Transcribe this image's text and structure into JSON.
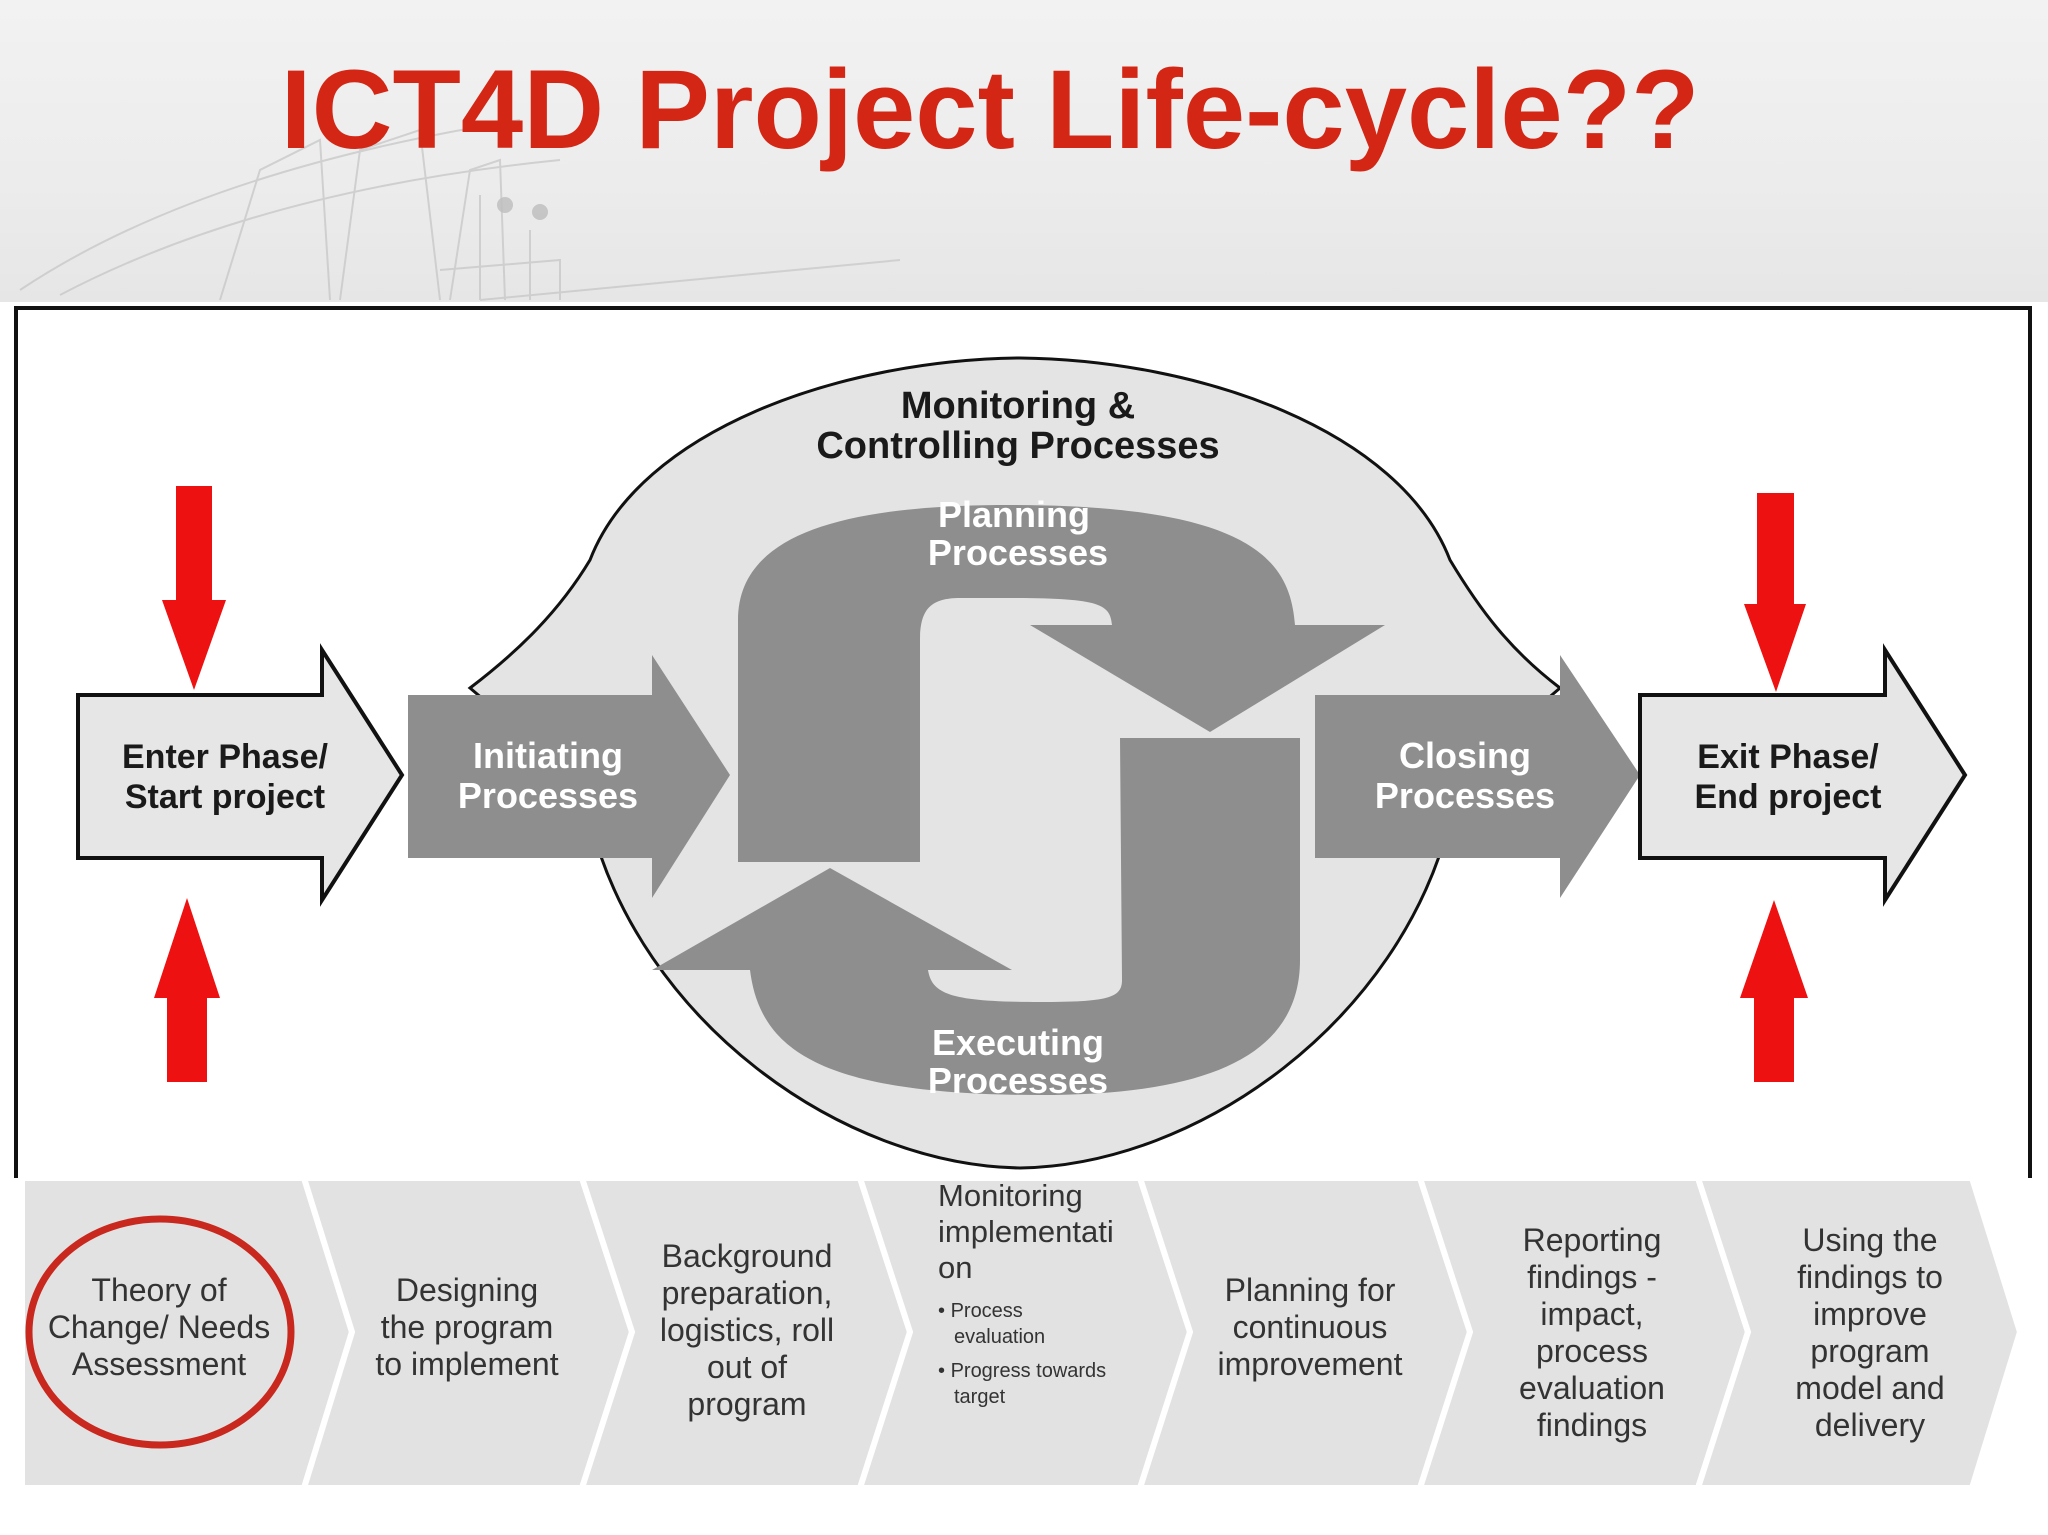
{
  "slide": {
    "title": "ICT4D Project Life-cycle??"
  },
  "cycle": {
    "monitoring_line1": "Monitoring &",
    "monitoring_line2": "Controlling Processes",
    "planning_line1": "Planning",
    "planning_line2": "Processes",
    "executing_line1": "Executing",
    "executing_line2": "Processes",
    "initiating_line1": "Initiating",
    "initiating_line2": "Processes",
    "closing_line1": "Closing",
    "closing_line2": "Processes",
    "enter_line1": "Enter Phase/",
    "enter_line2": "Start project",
    "exit_line1": "Exit Phase/",
    "exit_line2": "End project"
  },
  "steps": [
    {
      "lines": [
        "Theory of",
        "Change/ Needs",
        "Assessment"
      ]
    },
    {
      "lines": [
        "Designing",
        "the program",
        "to implement"
      ]
    },
    {
      "lines": [
        "Background",
        "preparation,",
        "logistics, roll",
        "out of",
        "program"
      ]
    },
    {
      "lines": [
        "Monitoring",
        "implementati",
        "on"
      ],
      "bullets": [
        "Process",
        "evaluation",
        "Progress towards",
        "target"
      ]
    },
    {
      "lines": [
        "Planning for",
        "continuous",
        "improvement"
      ]
    },
    {
      "lines": [
        "Reporting",
        "findings -",
        "impact,",
        "process",
        "evaluation",
        "findings"
      ]
    },
    {
      "lines": [
        "Using the",
        "findings to",
        "improve",
        "program",
        "model and",
        "delivery"
      ]
    }
  ],
  "colors": {
    "title": "#d42615",
    "red_arrow": "#ee1111",
    "process_gray": "#8e8e8e",
    "ellipse_fill": "#e4e4e4",
    "strip_fill": "#e2e2e2",
    "highlight_circle": "#c8281e"
  }
}
